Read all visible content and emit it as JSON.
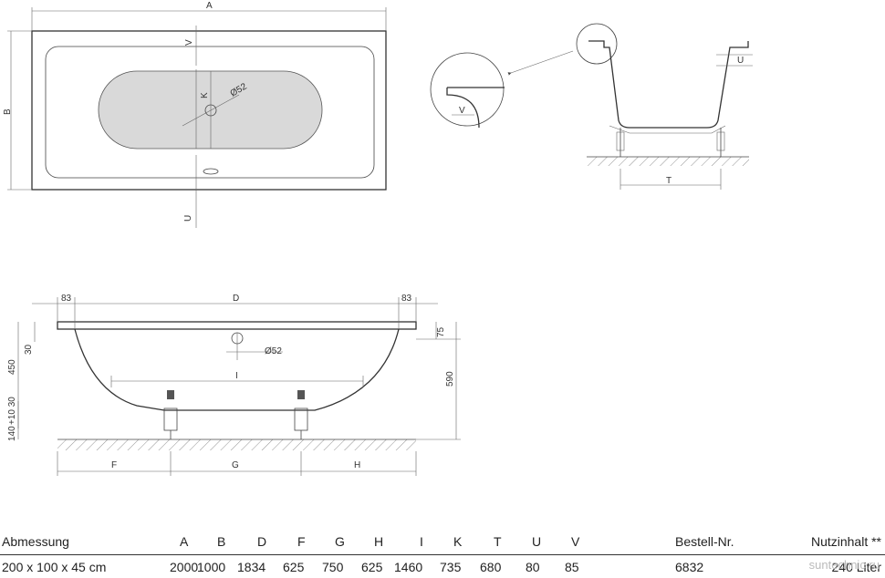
{
  "top_view": {
    "dim_A": "A",
    "dim_B": "B",
    "dim_V": "V",
    "dim_K": "K",
    "dim_U": "U",
    "drain_diameter": "Ø52"
  },
  "detail_view": {
    "dim_V": "V",
    "dim_U": "U",
    "dim_T": "T"
  },
  "side_view": {
    "dim_left_83": "83",
    "dim_right_83": "83",
    "dim_D": "D",
    "dim_75": "75",
    "dim_30": "30",
    "dim_450": "450",
    "dim_590": "590",
    "dim_I": "I",
    "drain_diameter": "Ø52",
    "dim_10_30": "+10\n30",
    "dim_140": "140",
    "dim_F": "F",
    "dim_G": "G",
    "dim_H": "H"
  },
  "table": {
    "headers": [
      "Abmessung",
      "A",
      "B",
      "D",
      "F",
      "G",
      "H",
      "I",
      "K",
      "T",
      "U",
      "V",
      "Bestell-Nr.",
      "Nutzinhalt **"
    ],
    "rows": [
      [
        "200 x 100 x 45 cm",
        "2000",
        "1000",
        "1834",
        "625",
        "750",
        "625",
        "1460",
        "735",
        "680",
        "80",
        "85",
        "6832",
        "240 Liter"
      ]
    ]
  },
  "watermark": "suntechnic.ru"
}
